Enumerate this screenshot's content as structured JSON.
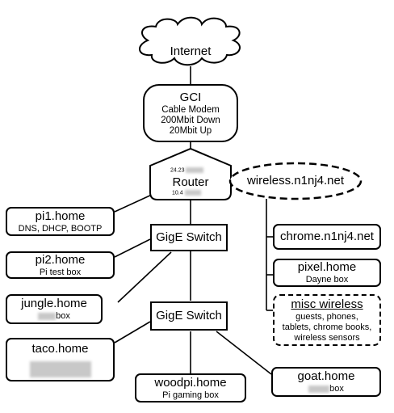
{
  "nodes": {
    "internet": {
      "title": "Internet"
    },
    "gci": {
      "title": "GCI",
      "lines": [
        "Cable Modem",
        "200Mbit Down",
        "20Mbit Up"
      ]
    },
    "router": {
      "title": "Router",
      "ip_top": "24.23",
      "ip_bottom": "10.4"
    },
    "wireless": {
      "title": "wireless.n1nj4.net"
    },
    "pi1": {
      "title": "pi1.home",
      "sub": "DNS, DHCP, BOOTP"
    },
    "pi2": {
      "title": "pi2.home",
      "sub": "Pi test box"
    },
    "jungle": {
      "title": "jungle.home",
      "sub": "box"
    },
    "taco": {
      "title": "taco.home"
    },
    "woodpi": {
      "title": "woodpi.home",
      "sub": "Pi gaming box"
    },
    "goat": {
      "title": "goat.home",
      "sub": "box"
    },
    "switch1": {
      "title": "GigE Switch"
    },
    "switch2": {
      "title": "GigE Switch"
    },
    "chrome": {
      "title": "chrome.n1nj4.net"
    },
    "pixel": {
      "title": "pixel.home",
      "sub": "Dayne box"
    },
    "misc": {
      "title": "misc wireless",
      "lines": [
        "guests, phones,",
        "tablets, chrome books,",
        "wireless sensors"
      ]
    }
  }
}
